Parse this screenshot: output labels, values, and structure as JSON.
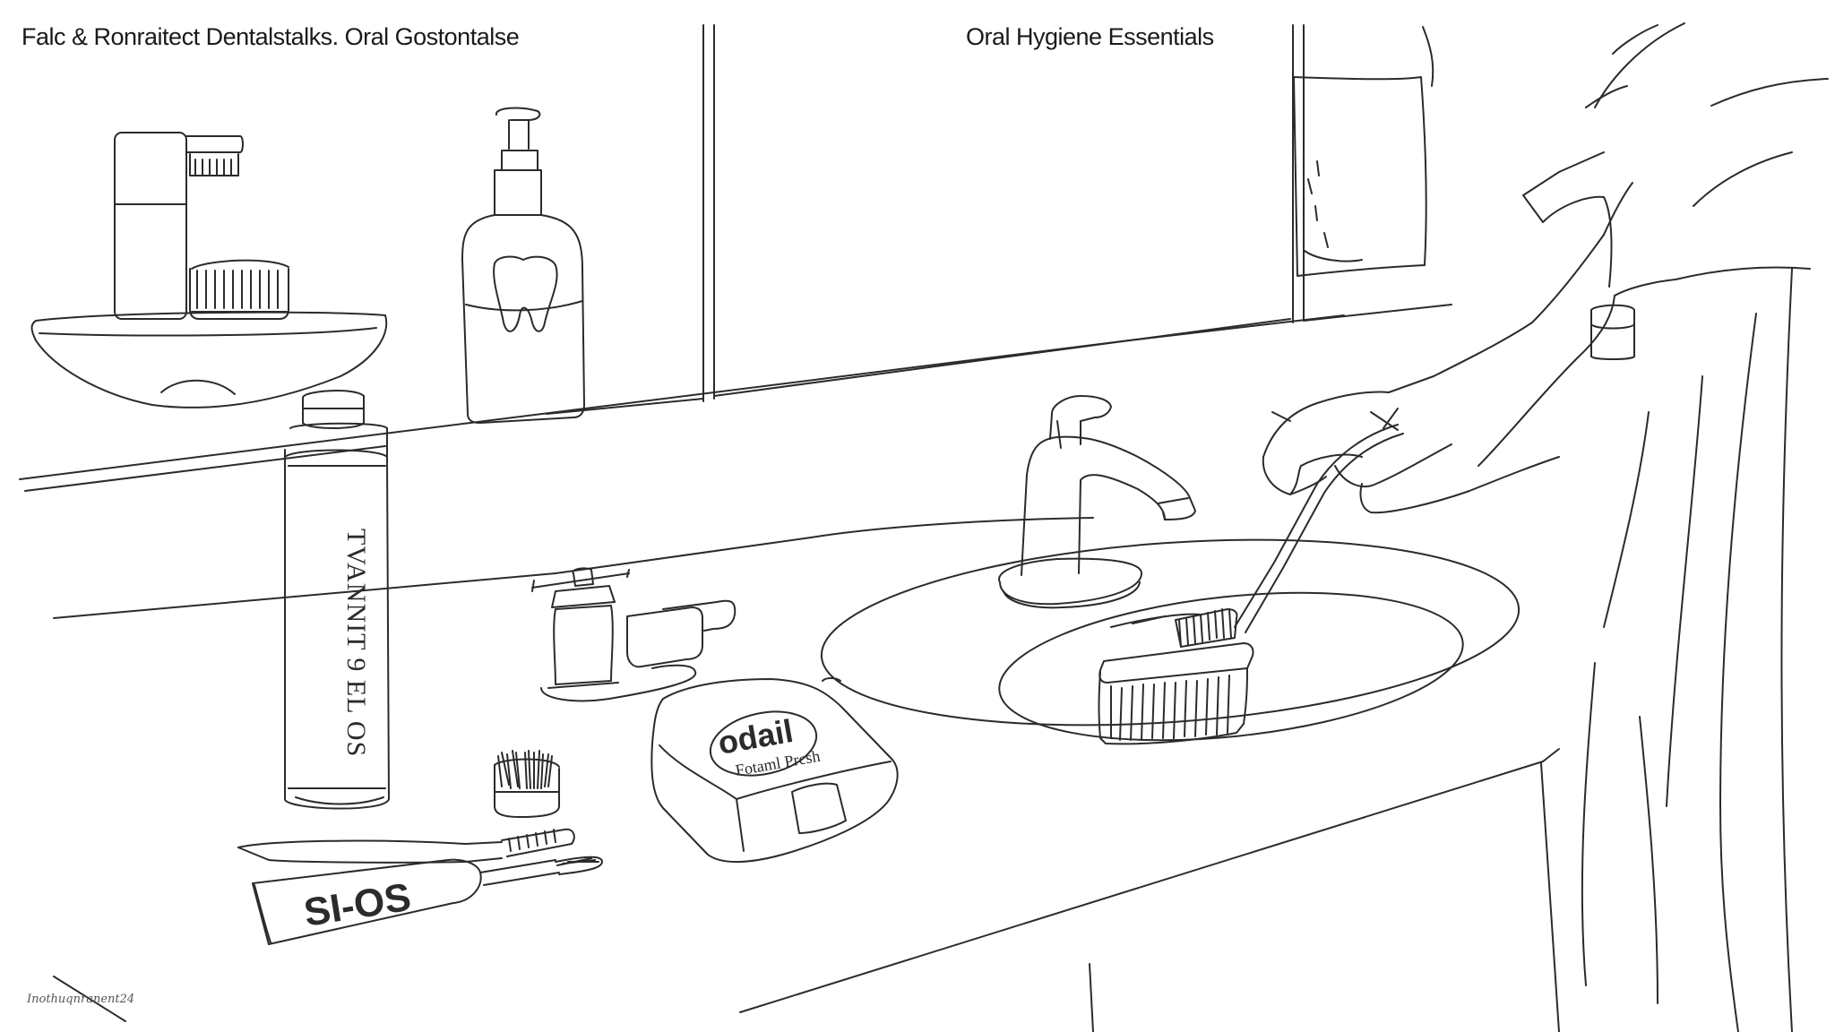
{
  "captions": {
    "top_left": "Falc & Ronraitect  Dentalstalks. Oral Gostontalse",
    "top_right": "Oral Hygiene Essentials"
  },
  "labels": {
    "tall_tube": "TVANNIT 9 EL OS",
    "floss_case_brand": "odail",
    "floss_case_sub": "Fotaml Prcsh",
    "toothpaste_tube": "SI-OS"
  },
  "signature": "Inothuqnranent24",
  "colors": {
    "line": "#2b2b2b",
    "background": "#ffffff"
  }
}
